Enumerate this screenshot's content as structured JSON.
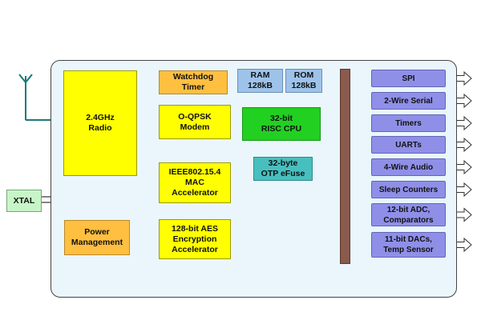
{
  "blocks": {
    "radio": "2.4GHz\nRadio",
    "watchdog": "Watchdog\nTimer",
    "ram": "RAM\n128kB",
    "rom": "ROM\n128kB",
    "oqpsk": "O-QPSK\nModem",
    "cpu": "32-bit\nRISC CPU",
    "otp": "32-byte\nOTP eFuse",
    "mac": "IEEE802.15.4\nMAC\nAccelerator",
    "aes": "128-bit AES\nEncryption\nAccelerator",
    "power": "Power\nManagement",
    "xtal": "XTAL"
  },
  "peripherals": [
    "SPI",
    "2-Wire Serial",
    "Timers",
    "UARTs",
    "4-Wire Audio",
    "Sleep Counters",
    "12-bit ADC,\nComparators",
    "11-bit DACs,\nTemp Sensor"
  ],
  "colors": {
    "radio_mac_aes": "#ffff00",
    "watchdog_power": "#ffbf40",
    "memory": "#9ec3ea",
    "cpu": "#22d022",
    "otp": "#48bfbf",
    "peripherals": "#8f8fe8",
    "bus": "#8a5a4c",
    "antenna": "#1a7a7a"
  }
}
